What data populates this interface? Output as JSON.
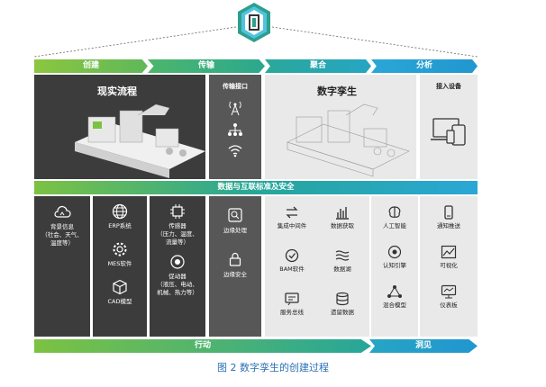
{
  "stages": [
    "创建",
    "传输",
    "聚合",
    "分析"
  ],
  "panels": {
    "real_process": "现实流程",
    "transport_interface": "传输接口",
    "digital_twin": "数字孪生",
    "access_device": "接入设备"
  },
  "banner": "数据与互联标准及安全",
  "bottom": {
    "col1": {
      "label1": "背景信息",
      "label2": "（社会、天气、",
      "label3": "温度等）"
    },
    "col2": [
      "ERP系统",
      "MES软件",
      "CAD模型"
    ],
    "col3": {
      "sensor": "传感器",
      "sensor_l2": "（压力、温度、",
      "sensor_l3": "流量等）",
      "actuator": "促动器",
      "actuator_l2": "（液压、电动、",
      "actuator_l3": "机械、热力等）"
    },
    "col4": [
      "边缘处理",
      "边缘安全"
    ],
    "col5": [
      "集成中间件",
      "数据获取",
      "BAM软件",
      "数据湖",
      "服务总线",
      "遗留数据"
    ],
    "col6": [
      "人工智能",
      "认知引擎",
      "混合模型"
    ],
    "col7": [
      "通知推送",
      "可视化",
      "仪表板"
    ]
  },
  "footer_arrows": [
    "行动",
    "洞见"
  ],
  "caption": "图 2 数字孪生的创建过程",
  "colors": {
    "green": "#7cc242",
    "teal": "#26a69a",
    "blue": "#2aa7d6"
  }
}
